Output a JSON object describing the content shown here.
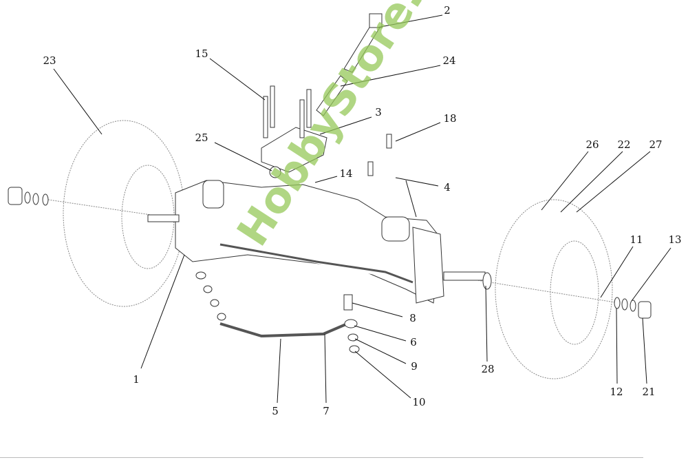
{
  "diagram": {
    "watermark": "HobbyStore.it",
    "callouts": [
      {
        "id": "23",
        "label": "23"
      },
      {
        "id": "15",
        "label": "15"
      },
      {
        "id": "2",
        "label": "2"
      },
      {
        "id": "24",
        "label": "24"
      },
      {
        "id": "3",
        "label": "3"
      },
      {
        "id": "18",
        "label": "18"
      },
      {
        "id": "25",
        "label": "25"
      },
      {
        "id": "14",
        "label": "14"
      },
      {
        "id": "4",
        "label": "4"
      },
      {
        "id": "26",
        "label": "26"
      },
      {
        "id": "22",
        "label": "22"
      },
      {
        "id": "27",
        "label": "27"
      },
      {
        "id": "11",
        "label": "11"
      },
      {
        "id": "13",
        "label": "13"
      },
      {
        "id": "8",
        "label": "8"
      },
      {
        "id": "6",
        "label": "6"
      },
      {
        "id": "9",
        "label": "9"
      },
      {
        "id": "10",
        "label": "10"
      },
      {
        "id": "1",
        "label": "1"
      },
      {
        "id": "5",
        "label": "5"
      },
      {
        "id": "7",
        "label": "7"
      },
      {
        "id": "28",
        "label": "28"
      },
      {
        "id": "12",
        "label": "12"
      },
      {
        "id": "21",
        "label": "21"
      }
    ]
  }
}
